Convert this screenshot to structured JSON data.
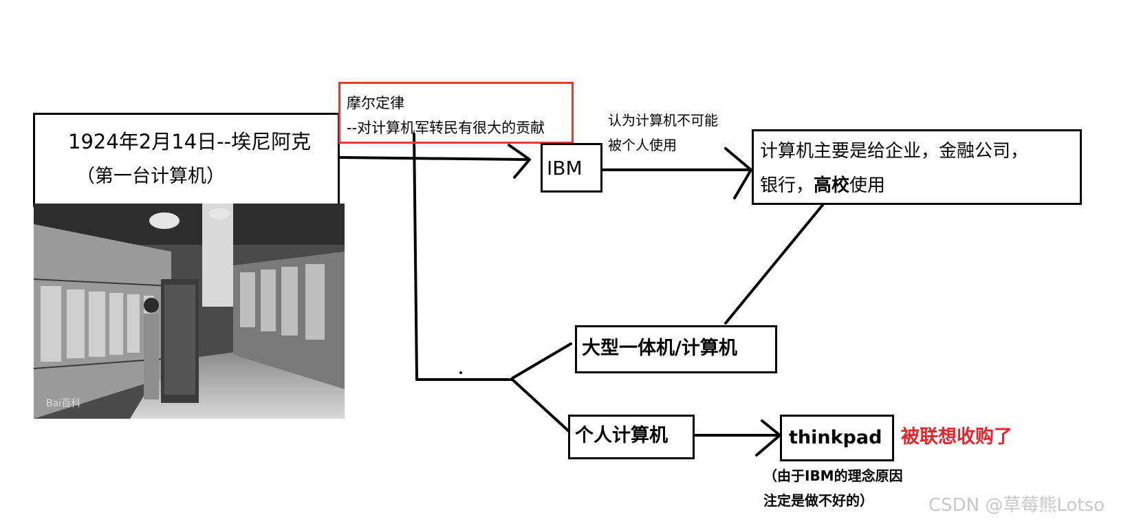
{
  "eniac": {
    "line1": "1924年2月14日--埃尼阿克",
    "line2": "（第一台计算机）"
  },
  "photo": {
    "watermark": "Bai百科"
  },
  "moore": {
    "title": "摩尔定律",
    "desc": "--对计算机军转民有很大的贡献"
  },
  "ibm": {
    "label": "IBM"
  },
  "ibm_note": {
    "line1": "认为计算机不可能",
    "line2": "被个人使用"
  },
  "enterprise": {
    "line1": "计算机主要是给企业，金融公司，",
    "line2_a": "银行，",
    "line2_b": "高校",
    "line2_c": "使用"
  },
  "mainframe": {
    "label": "大型一体机/计算机"
  },
  "personal": {
    "label": "个人计算机"
  },
  "thinkpad": {
    "label": "thinkpad",
    "acquired": "被联想收购了",
    "reason_line1": "（由于IBM的理念原因",
    "reason_line2": "注定是做不好的）"
  },
  "watermark": "CSDN @草莓熊Lotso",
  "colors": {
    "highlight_border": "#e53935",
    "red_text": "#e8232a",
    "line": "#000000",
    "watermark": "#c8c8c8"
  }
}
